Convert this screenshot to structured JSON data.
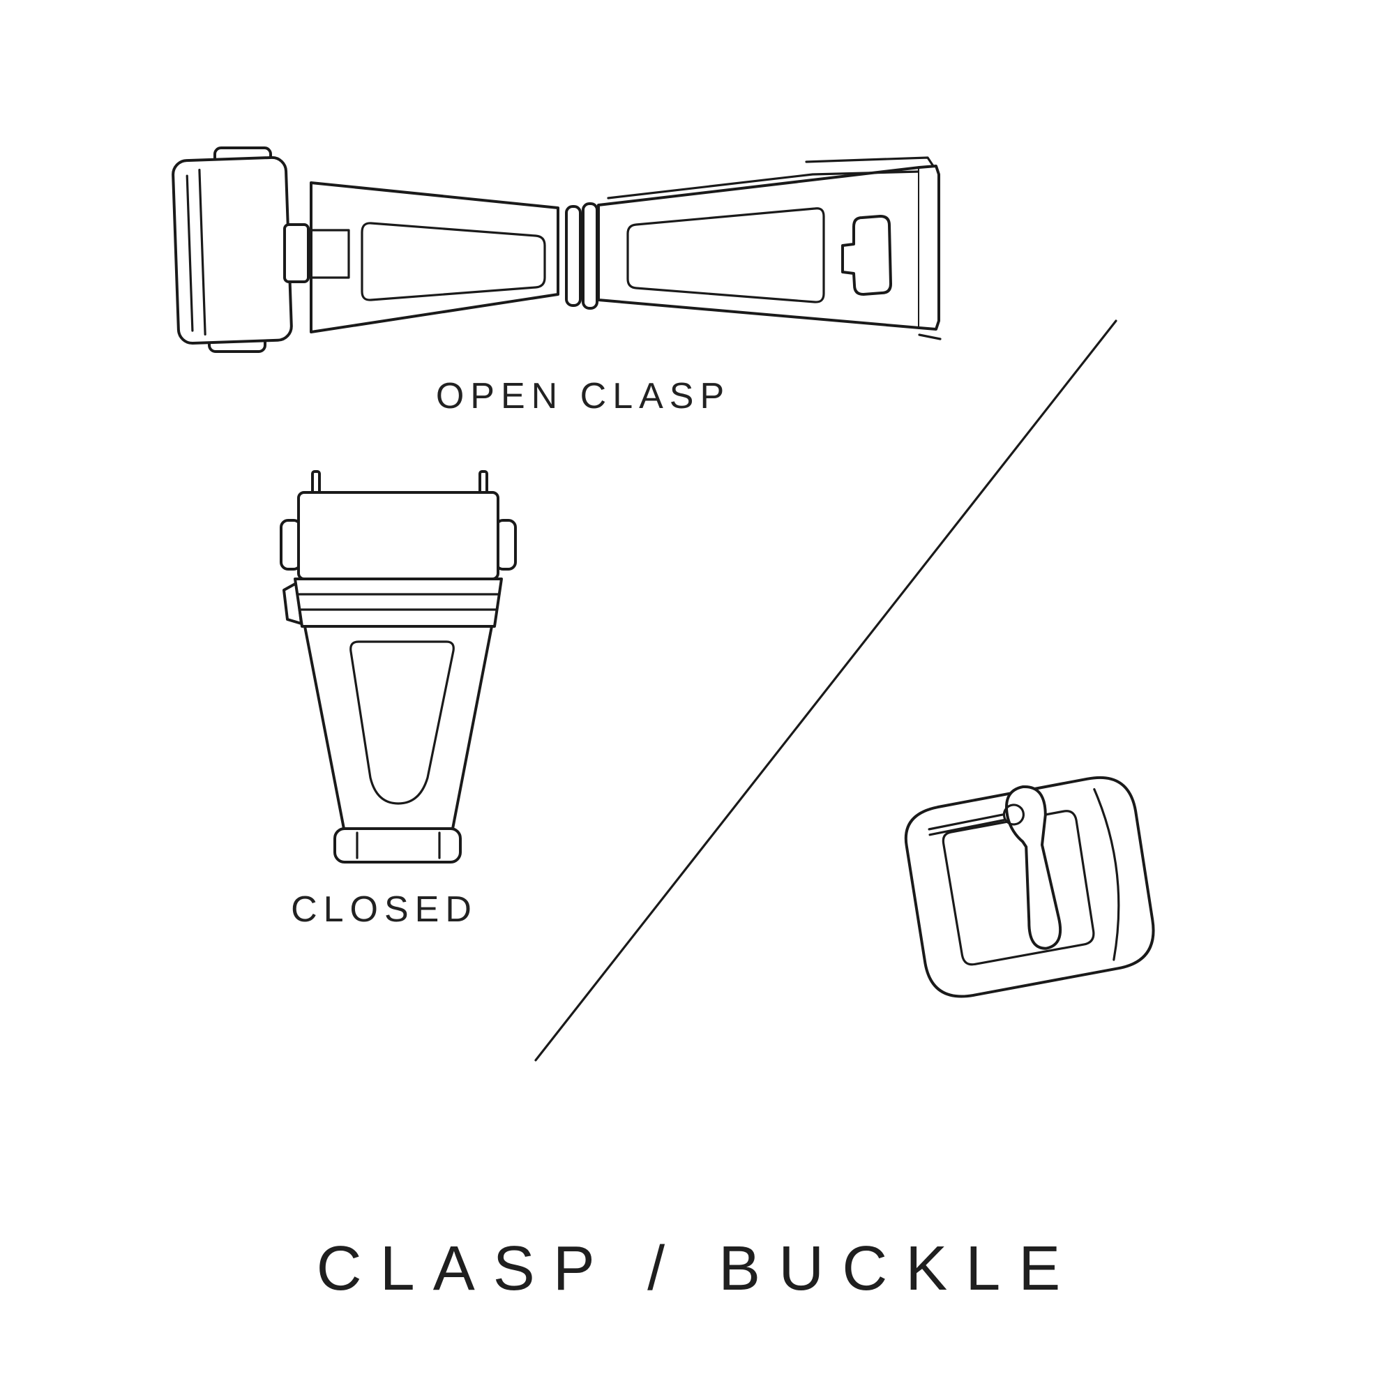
{
  "page": {
    "title": "CLASP / BUCKLE",
    "background": "#ffffff"
  },
  "labels": {
    "open_clasp": "OPEN CLASP",
    "closed": "CLOSED"
  },
  "colors": {
    "line": "#1a1a1a",
    "text": "#222222"
  },
  "illustrations": [
    {
      "name": "open-clasp-diagram",
      "caption": "OPEN CLASP",
      "description": "deployant clasp shown unfolded, top view"
    },
    {
      "name": "closed-clasp-diagram",
      "caption": "CLOSED",
      "description": "deployant clasp shown folded closed"
    },
    {
      "name": "tang-buckle-diagram",
      "caption": "",
      "description": "pin tang buckle with tongue"
    }
  ]
}
